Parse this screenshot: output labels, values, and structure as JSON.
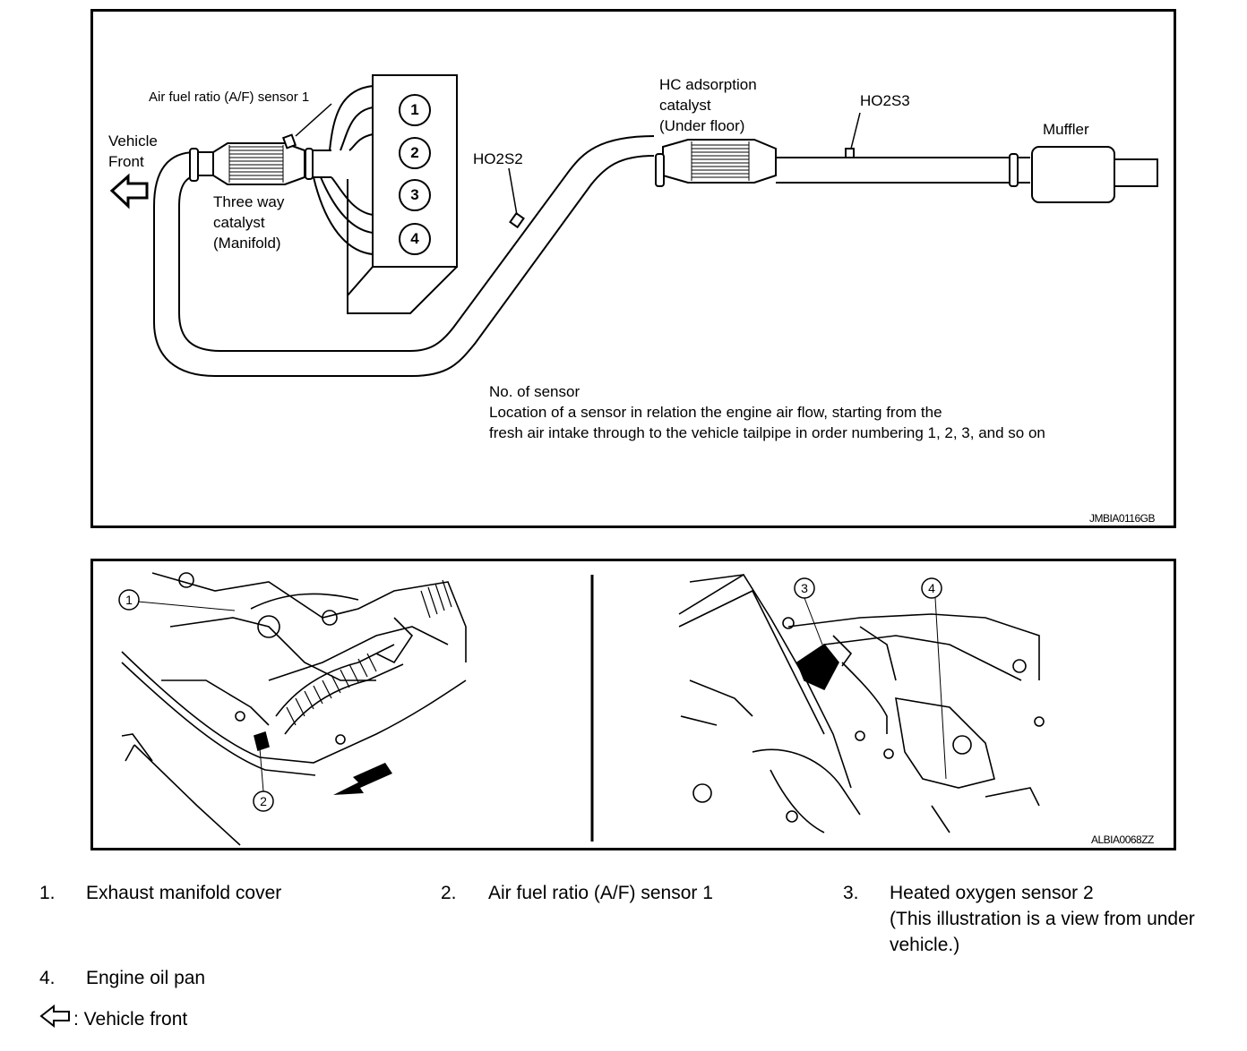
{
  "diagram": {
    "labels": {
      "af_sensor_1": "Air fuel ratio (A/F) sensor 1",
      "vehicle_front_line1": "Vehicle",
      "vehicle_front_line2": "Front",
      "three_way_line1": "Three way",
      "three_way_line2": "catalyst",
      "three_way_line3": "(Manifold)",
      "ho2s2": "HO2S2",
      "hc_line1": "HC adsorption",
      "hc_line2": "catalyst",
      "hc_line3": "(Under floor)",
      "ho2s3": "HO2S3",
      "muffler": "Muffler"
    },
    "cylinders": [
      "1",
      "2",
      "3",
      "4"
    ],
    "note": {
      "title": "No. of sensor",
      "line1": "Location of a sensor in relation the engine air flow, starting from the",
      "line2": "fresh air intake through to the vehicle tailpipe in order numbering 1, 2, 3, and so on"
    },
    "figure_code": "JMBIA0116GB"
  },
  "photos": {
    "callouts": [
      "1",
      "2",
      "3",
      "4"
    ],
    "figure_code": "ALBIA0068ZZ"
  },
  "legend": {
    "items": [
      {
        "num": "1.",
        "text": "Exhaust manifold cover"
      },
      {
        "num": "2.",
        "text": "Air fuel ratio (A/F) sensor 1"
      },
      {
        "num": "3.",
        "text": "Heated oxygen sensor 2"
      },
      {
        "num": "4.",
        "text": "Engine oil pan"
      }
    ],
    "item3_note_line1": "(This illustration is a view from under",
    "item3_note_line2": "vehicle.)",
    "vehicle_front": ": Vehicle front"
  }
}
